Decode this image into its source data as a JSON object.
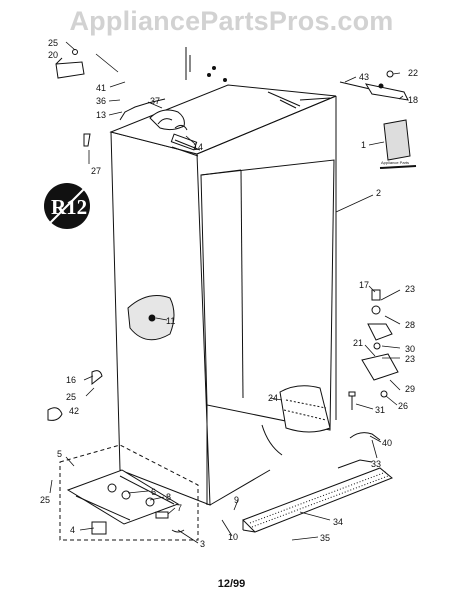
{
  "watermark": "AppliancePartsPros.com",
  "footer": "12/99",
  "badge": "R12",
  "label_plate": "Appliance Parts",
  "callouts": [
    {
      "id": "25a",
      "label": "25"
    },
    {
      "id": "20",
      "label": "20"
    },
    {
      "id": "41",
      "label": "41"
    },
    {
      "id": "36",
      "label": "36"
    },
    {
      "id": "13",
      "label": "13"
    },
    {
      "id": "37",
      "label": "37"
    },
    {
      "id": "14",
      "label": "14"
    },
    {
      "id": "27",
      "label": "27"
    },
    {
      "id": "43",
      "label": "43"
    },
    {
      "id": "22",
      "label": "22"
    },
    {
      "id": "18",
      "label": "18"
    },
    {
      "id": "1",
      "label": "1"
    },
    {
      "id": "2",
      "label": "2"
    },
    {
      "id": "11",
      "label": "11"
    },
    {
      "id": "17",
      "label": "17"
    },
    {
      "id": "23a",
      "label": "23"
    },
    {
      "id": "28",
      "label": "28"
    },
    {
      "id": "21",
      "label": "21"
    },
    {
      "id": "30",
      "label": "30"
    },
    {
      "id": "23b",
      "label": "23"
    },
    {
      "id": "29",
      "label": "29"
    },
    {
      "id": "26",
      "label": "26"
    },
    {
      "id": "31",
      "label": "31"
    },
    {
      "id": "16",
      "label": "16"
    },
    {
      "id": "25b",
      "label": "25"
    },
    {
      "id": "42",
      "label": "42"
    },
    {
      "id": "24",
      "label": "24"
    },
    {
      "id": "40",
      "label": "40"
    },
    {
      "id": "33",
      "label": "33"
    },
    {
      "id": "5",
      "label": "5"
    },
    {
      "id": "6",
      "label": "6"
    },
    {
      "id": "8",
      "label": "8"
    },
    {
      "id": "7",
      "label": "7"
    },
    {
      "id": "25c",
      "label": "25"
    },
    {
      "id": "4",
      "label": "4"
    },
    {
      "id": "3",
      "label": "3"
    },
    {
      "id": "9",
      "label": "9"
    },
    {
      "id": "10",
      "label": "10"
    },
    {
      "id": "34",
      "label": "34"
    },
    {
      "id": "35",
      "label": "35"
    }
  ]
}
